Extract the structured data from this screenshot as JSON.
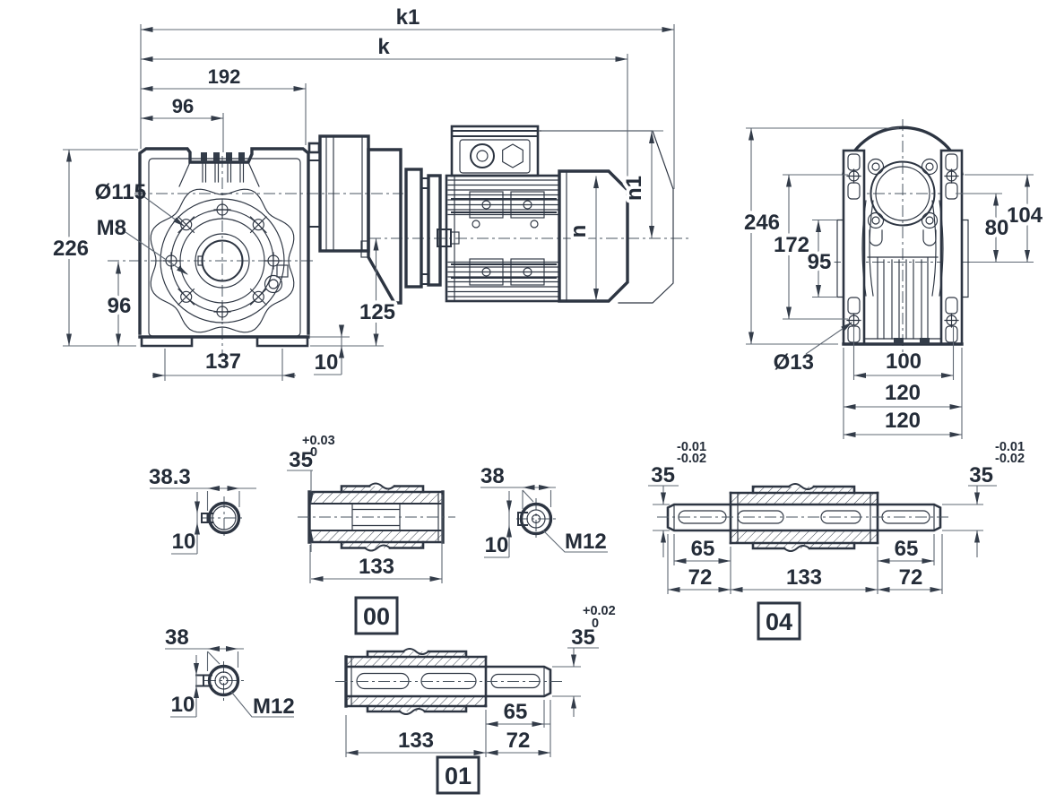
{
  "drawing_title": "gearmotor-dimension-drawing",
  "side": {
    "k1": "k1",
    "k": "k",
    "l192": "192",
    "t96": "96",
    "l226": "226",
    "s96": "96",
    "dia115": "Ø115",
    "m8": "M8",
    "l137": "137",
    "g10": "10",
    "l125": "125",
    "n": "n",
    "n1": "n1"
  },
  "rear": {
    "h246": "246",
    "h172": "172",
    "h95": "95",
    "h104": "104",
    "h80": "80",
    "dia13": "Ø13",
    "w100": "100",
    "w120a": "120",
    "w120b": "120"
  },
  "s00": {
    "tag": "00",
    "w383": "38.3",
    "k10": "10",
    "b35": "35",
    "tol_plus": "+0.03",
    "tol_zero": "0",
    "len": "133",
    "d38": "38",
    "k10r": "10",
    "m12": "M12"
  },
  "s01": {
    "tag": "01",
    "d38": "38",
    "k10": "10",
    "m12": "M12",
    "d35": "35",
    "tol_plus": "+0.02",
    "tol_zero": "0",
    "len": "133",
    "l65": "65",
    "l72": "72"
  },
  "s04": {
    "tag": "04",
    "d35l": "35",
    "t1l": "-0.01",
    "t2l": "-0.02",
    "d35r": "35",
    "t1r": "-0.01",
    "t2r": "-0.02",
    "l65l": "65",
    "l72l": "72",
    "len": "133",
    "l65r": "65",
    "l72r": "72"
  }
}
